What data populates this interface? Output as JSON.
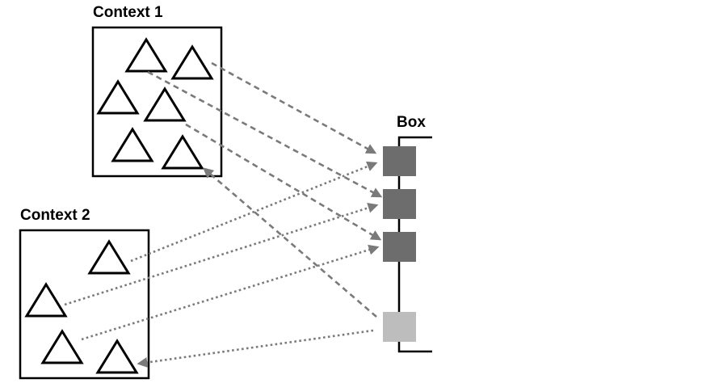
{
  "labels": {
    "context1": "Context 1",
    "context2": "Context 2",
    "box": "Box"
  },
  "colors": {
    "slot_filled": "#6d6d6d",
    "slot_empty": "#bdbdbd",
    "arrow": "#7a7a7a",
    "outline": "#000000"
  },
  "connections": [
    {
      "from": "context1-triangle-2",
      "to": "box-slot-1",
      "style": "dashed",
      "direction": "to-box"
    },
    {
      "from": "context1-triangle-1",
      "to": "box-slot-2",
      "style": "dashed",
      "direction": "to-box"
    },
    {
      "from": "context1-triangle-4",
      "to": "box-slot-3",
      "style": "dashed",
      "direction": "to-box"
    },
    {
      "from": "box-slot-4",
      "to": "context1-triangle-6",
      "style": "dashed",
      "direction": "to-context"
    },
    {
      "from": "context2-triangle-1",
      "to": "box-slot-1",
      "style": "dotted",
      "direction": "to-box"
    },
    {
      "from": "context2-triangle-2",
      "to": "box-slot-2",
      "style": "dotted",
      "direction": "to-box"
    },
    {
      "from": "context2-triangle-3",
      "to": "box-slot-3",
      "style": "dotted",
      "direction": "to-box"
    },
    {
      "from": "box-slot-4",
      "to": "context2-triangle-4",
      "style": "dotted",
      "direction": "to-context"
    }
  ],
  "box_slots": [
    {
      "name": "box-slot-1",
      "state": "filled"
    },
    {
      "name": "box-slot-2",
      "state": "filled"
    },
    {
      "name": "box-slot-3",
      "state": "filled"
    },
    {
      "name": "box-slot-4",
      "state": "empty"
    }
  ]
}
